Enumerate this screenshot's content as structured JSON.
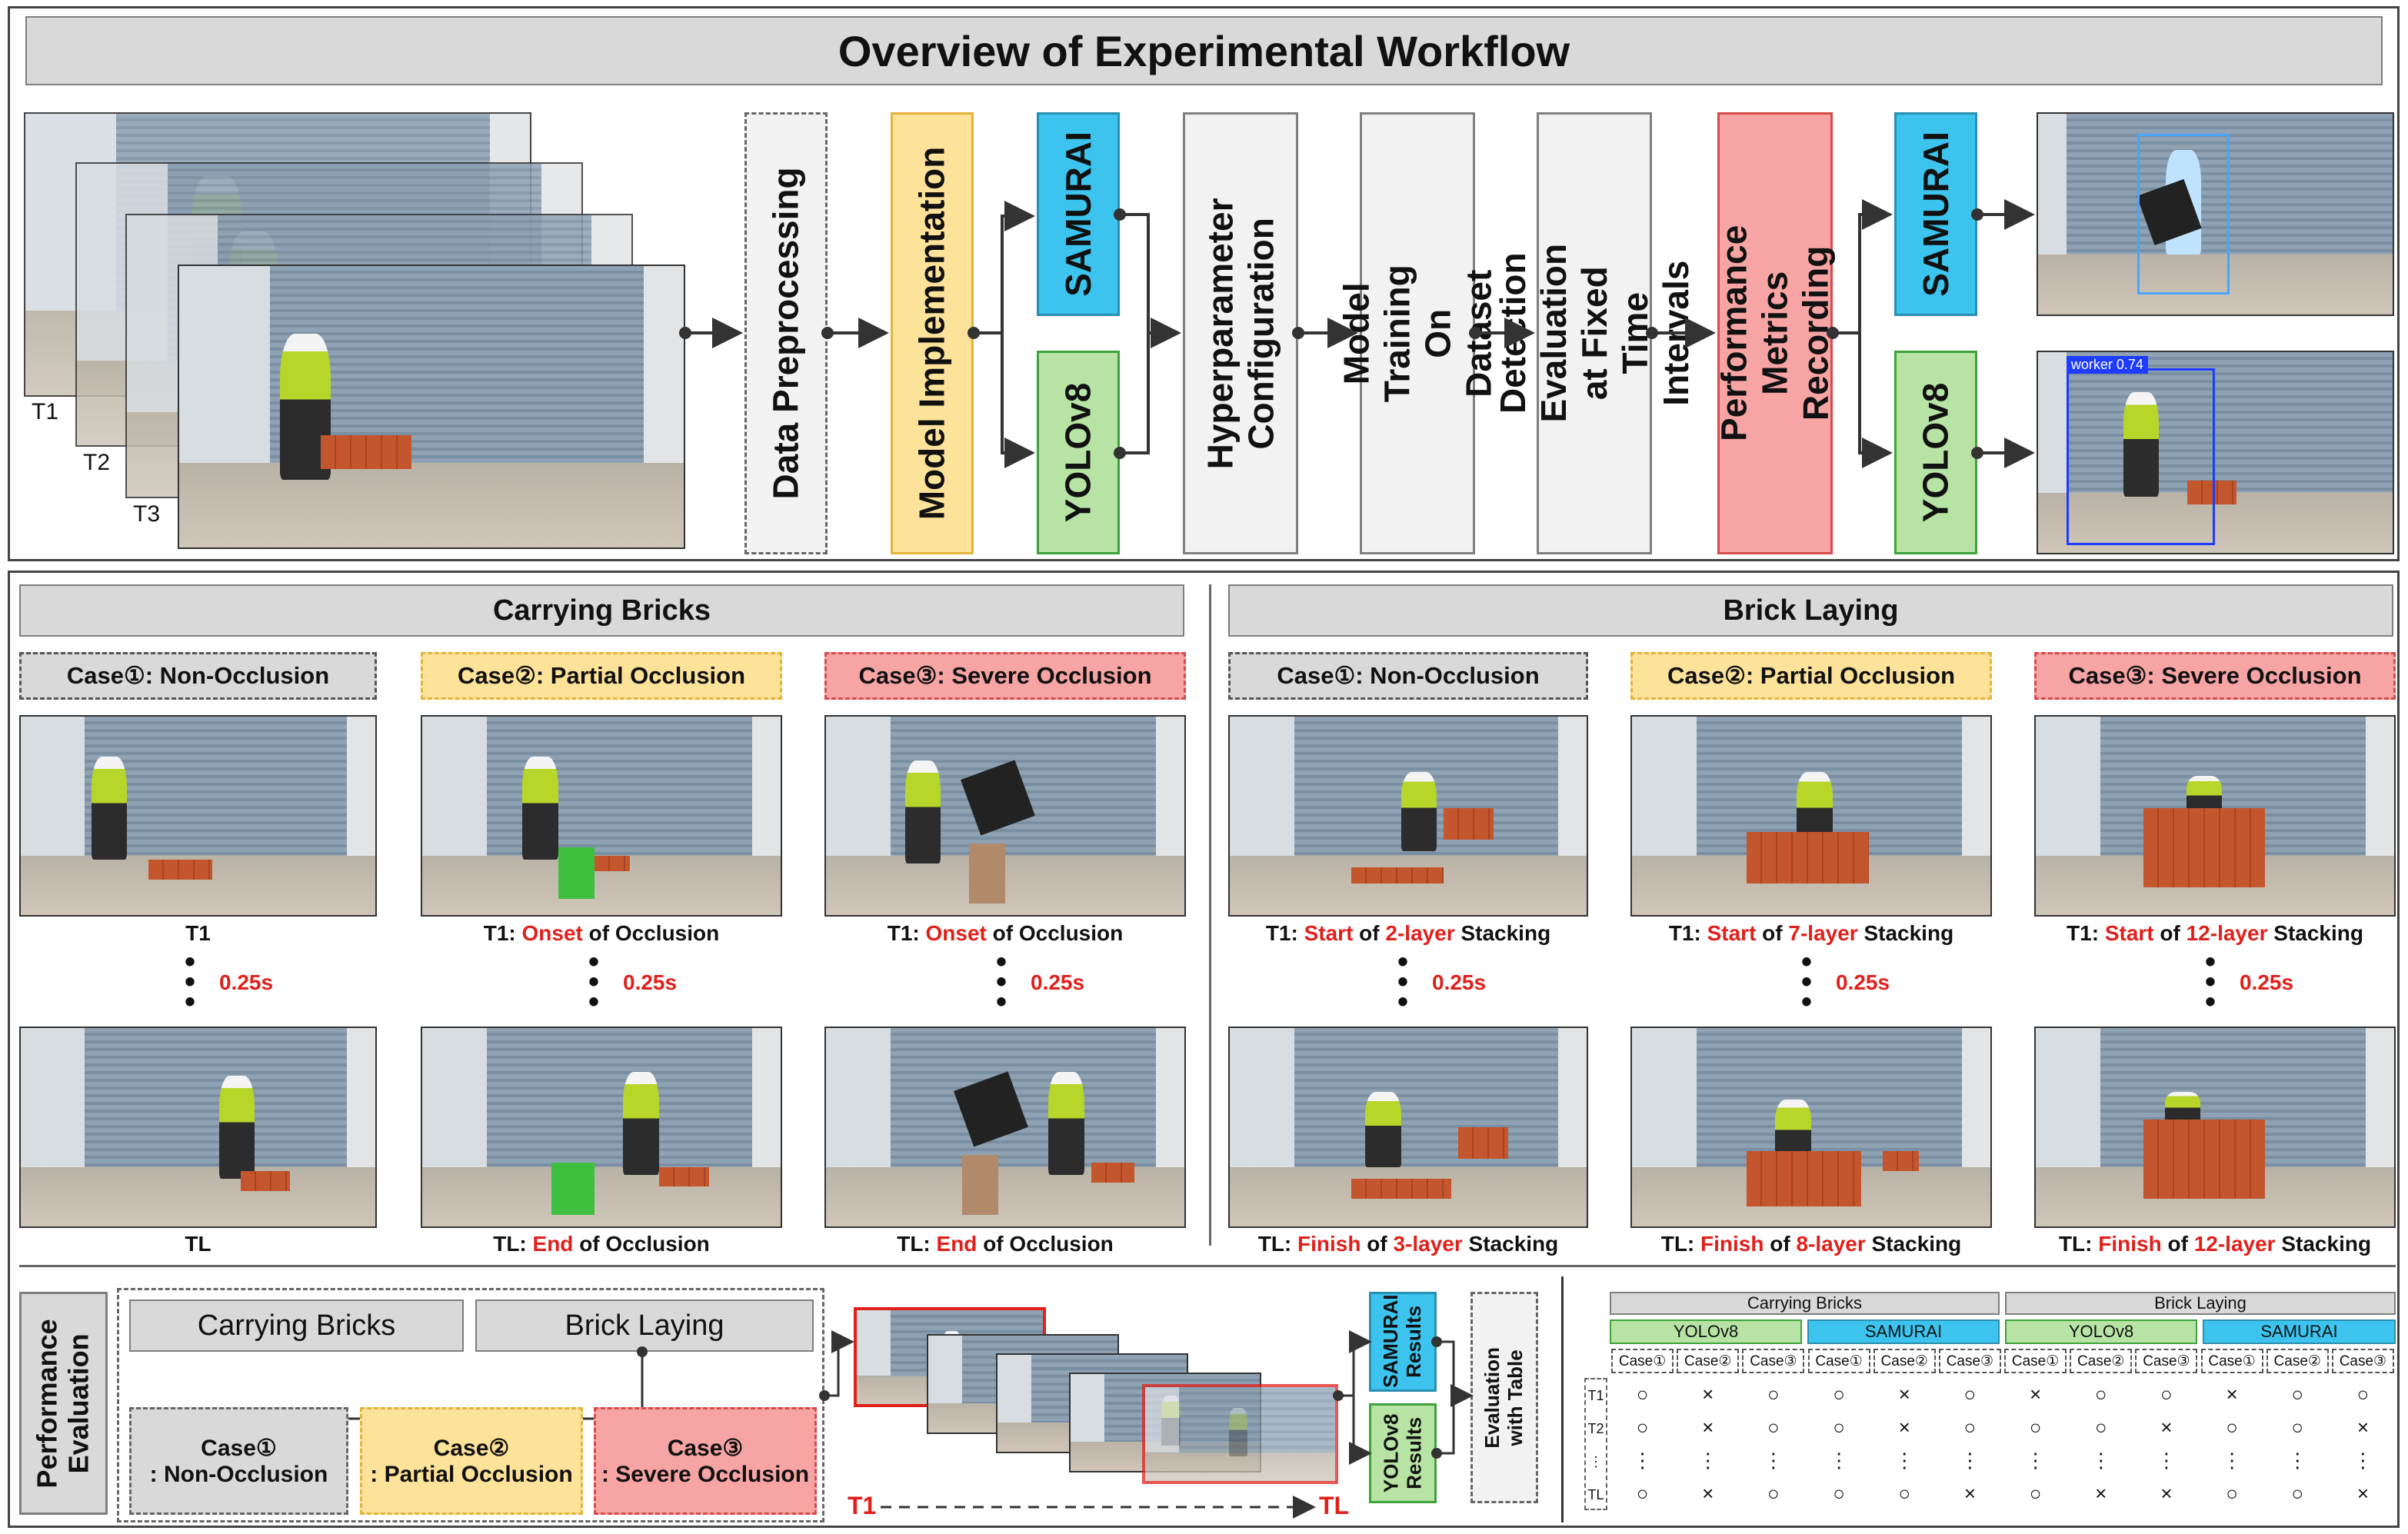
{
  "top": {
    "title": "Overview of Experimental Workflow",
    "frame_labels": [
      "T1",
      "T2",
      "T3"
    ],
    "steps": {
      "data_preprocessing": "Data Preprocessing",
      "model_implementation": "Model Implementation",
      "samurai": "SAMURAI",
      "yolov8": "YOLOv8",
      "hyperparameter": "Hyperparameter Configuration",
      "model_training": "Model Training On Dataset",
      "detection_eval": "Detection Evaluation at Fixed Time Intervals",
      "performance_metrics": "Performance Metrics Recording"
    },
    "detection_label": "worker 0.74"
  },
  "middle": {
    "sections": [
      {
        "title": "Carrying Bricks",
        "cases": [
          {
            "label": "Case①: Non-Occlusion",
            "t1": [
              "T1",
              "",
              ""
            ],
            "tl": [
              "TL",
              "",
              ""
            ],
            "interval": "0.25s"
          },
          {
            "label": "Case②: Partial Occlusion",
            "t1": [
              "T1: ",
              "Onset",
              " of Occlusion"
            ],
            "tl": [
              "TL: ",
              "End",
              " of Occlusion"
            ],
            "interval": "0.25s"
          },
          {
            "label": "Case③: Severe Occlusion",
            "t1": [
              "T1: ",
              "Onset",
              " of Occlusion"
            ],
            "tl": [
              "TL: ",
              "End",
              " of Occlusion"
            ],
            "interval": "0.25s"
          }
        ]
      },
      {
        "title": "Brick Laying",
        "cases": [
          {
            "label": "Case①: Non-Occlusion",
            "t1": [
              "T1: ",
              "Start",
              " of ",
              "2-layer",
              " Stacking"
            ],
            "tl": [
              "TL: ",
              "Finish",
              " of ",
              "3-layer",
              " Stacking"
            ],
            "interval": "0.25s"
          },
          {
            "label": "Case②: Partial Occlusion",
            "t1": [
              "T1: ",
              "Start",
              " of ",
              "7-layer",
              " Stacking"
            ],
            "tl": [
              "TL: ",
              "Finish",
              " of ",
              "8-layer",
              " Stacking"
            ],
            "interval": "0.25s"
          },
          {
            "label": "Case③: Severe Occlusion",
            "t1": [
              "T1: ",
              "Start",
              " of ",
              "12-layer",
              " Stacking"
            ],
            "tl": [
              "TL: ",
              "Finish",
              " of ",
              "12-layer",
              " Stacking"
            ],
            "interval": "0.25s"
          }
        ]
      }
    ]
  },
  "bottom": {
    "side_label": "Performance Evaluation",
    "task_a": "Carrying Bricks",
    "task_b": "Brick Laying",
    "case1": "Case①\n: Non-Occlusion",
    "case2": "Case②\n: Partial Occlusion",
    "case3": "Case③\n: Severe Occlusion",
    "samurai_results": "SAMURAI Results",
    "yolo_results": "YOLOv8 Results",
    "eval_table": "Evaluation with Table",
    "t1": "T1",
    "tl": "TL",
    "table": {
      "groups": [
        "Carrying Bricks",
        "Brick Laying"
      ],
      "models": [
        "YOLOv8",
        "SAMURAI",
        "YOLOv8",
        "SAMURAI"
      ],
      "cases": [
        "Case①",
        "Case②",
        "Case③",
        "Case①",
        "Case②",
        "Case③",
        "Case①",
        "Case②",
        "Case③",
        "Case①",
        "Case②",
        "Case③"
      ],
      "row_labels": [
        "T1",
        "T2",
        "⋮",
        "TL"
      ],
      "rows": [
        [
          "○",
          "×",
          "○",
          "○",
          "×",
          "○",
          "×",
          "○",
          "○",
          "×",
          "○",
          "○"
        ],
        [
          "○",
          "×",
          "○",
          "○",
          "×",
          "○",
          "○",
          "○",
          "×",
          "○",
          "○",
          "×"
        ],
        [
          "⋮",
          "⋮",
          "⋮",
          "⋮",
          "⋮",
          "⋮",
          "⋮",
          "⋮",
          "⋮",
          "⋮",
          "⋮",
          "⋮"
        ],
        [
          "○",
          "×",
          "○",
          "○",
          "○",
          "×",
          "○",
          "×",
          "×",
          "○",
          "○",
          "×"
        ]
      ]
    }
  },
  "colors": {
    "samurai": "#3cc4ee",
    "yolo": "#b7e4a4",
    "yellow": "#fde29a",
    "red": "#f7a4a4",
    "gray": "#d9d9d9",
    "accent_red": "#e0201b"
  }
}
